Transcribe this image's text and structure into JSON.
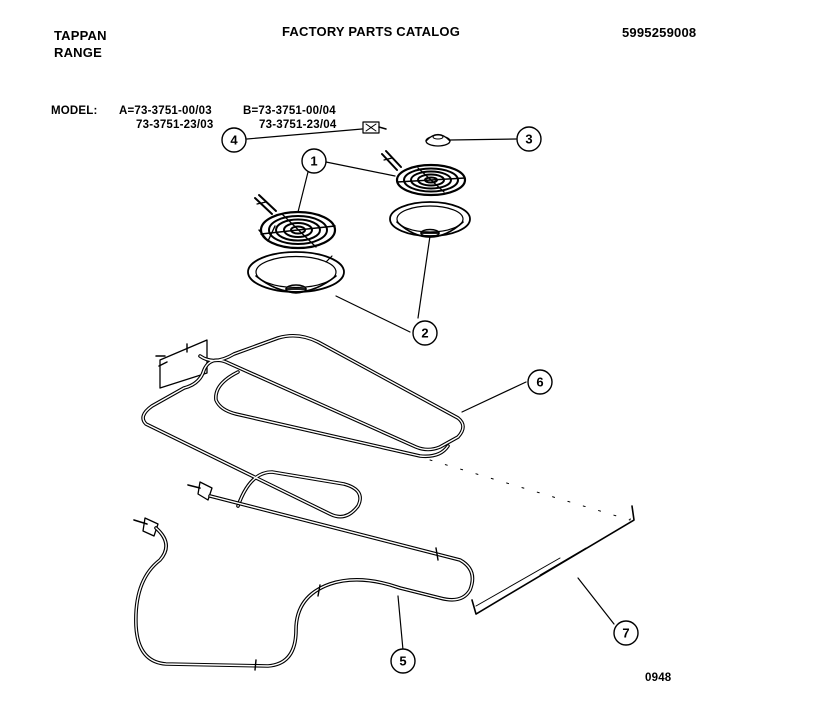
{
  "header": {
    "brand_line1": "TAPPAN",
    "brand_line2": "RANGE",
    "title": "FACTORY PARTS CATALOG",
    "catalog_number": "5995259008"
  },
  "model": {
    "label": "MODEL:",
    "a_line1": "A=73-3751-00/03",
    "a_line2": "73-3751-23/03",
    "b_line1": "B=73-3751-00/04",
    "b_line2": "73-3751-23/04"
  },
  "callouts": [
    "1",
    "2",
    "3",
    "4",
    "5",
    "6",
    "7"
  ],
  "footer": {
    "page_code": "0948"
  }
}
